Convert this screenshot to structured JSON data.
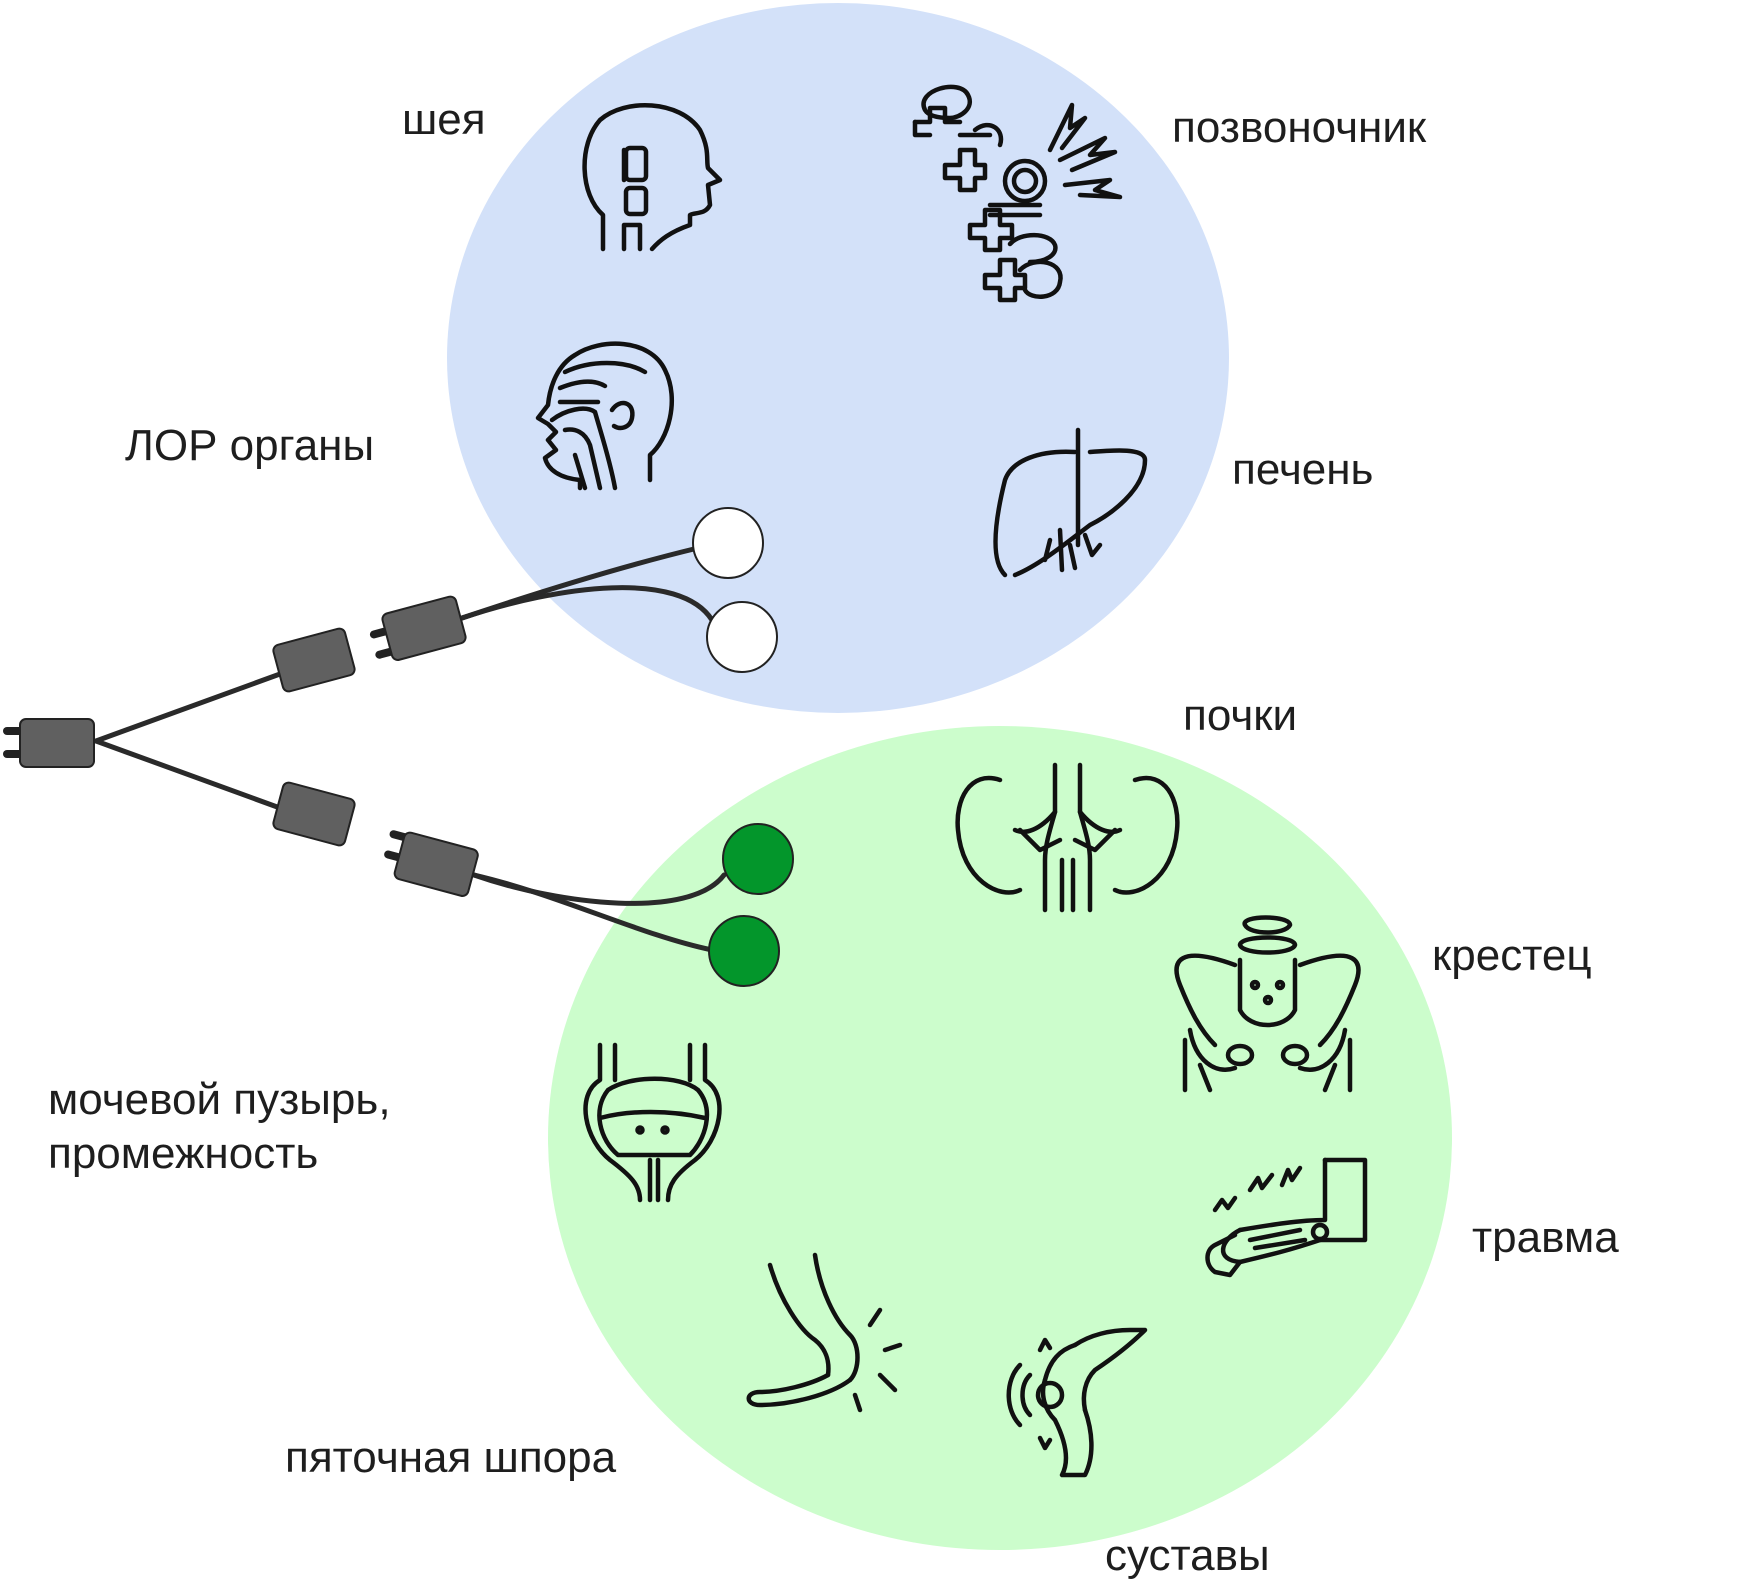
{
  "colors": {
    "upper_zone": "#d3e1f9",
    "lower_zone": "#ccfdcc",
    "upper_electrode": "#ffffff",
    "lower_electrode": "#03962b",
    "connector": "#606060",
    "cable": "#2a2a2a",
    "text": "#1e1e1e"
  },
  "upper_zone": {
    "labels": {
      "neck": "шея",
      "spine": "позвоночник",
      "ent": "ЛОР органы",
      "liver": "печень"
    },
    "icons": [
      "head-neck-icon",
      "spine-pain-icon",
      "ent-head-icon",
      "liver-icon"
    ]
  },
  "lower_zone": {
    "labels": {
      "kidneys": "почки",
      "sacrum": "крестец",
      "bladder_line1": "мочевой пузырь,",
      "bladder_line2": "промежность",
      "injury": "травма",
      "heel_spur": "пяточная шпора",
      "joints": "суставы"
    },
    "icons": [
      "kidneys-icon",
      "pelvis-icon",
      "bladder-icon",
      "arm-injury-icon",
      "foot-heel-icon",
      "knee-joint-icon"
    ]
  }
}
